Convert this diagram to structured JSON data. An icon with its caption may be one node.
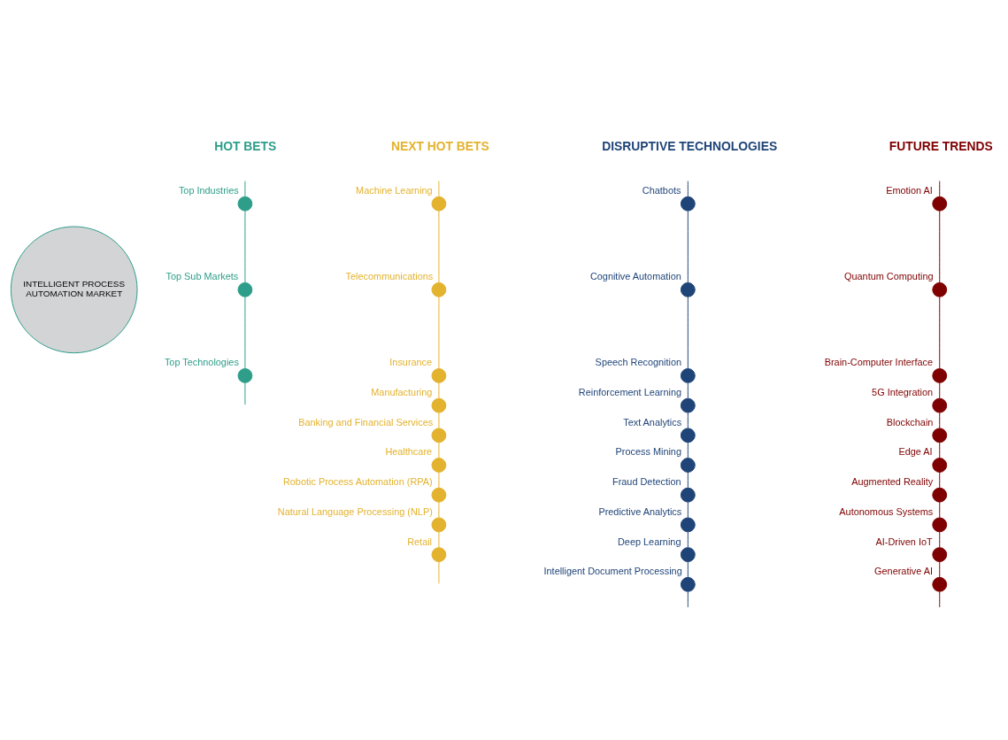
{
  "diagram": {
    "nodes": [
      {
        "text": [
          "INTELLIGENT PROCESS AUTOMATION MARKET"
        ]
      },
      {
        "text": [],
        "shape": "circle",
        "beside": [
          "Top Industries"
        ]
      },
      {
        "text": [],
        "shape": "circle",
        "beside": [
          "Top Sub Markets"
        ]
      },
      {
        "text": [],
        "shape": "circle",
        "beside": [
          "Top Technologies"
        ]
      },
      {
        "text": [],
        "shape": "circle",
        "beside": [
          "Machine Learning"
        ]
      },
      {
        "text": [],
        "shape": "circle",
        "beside": [
          "Telecommunications"
        ]
      },
      {
        "text": [],
        "shape": "circle",
        "beside": [
          "Insurance"
        ]
      },
      {
        "text": [],
        "shape": "circle",
        "beside": [
          "Manufacturing"
        ]
      },
      {
        "text": [],
        "shape": "circle",
        "beside": [
          "Banking and Financial Services"
        ]
      },
      {
        "text": [],
        "shape": "circle",
        "beside": [
          "Healthcare"
        ]
      },
      {
        "text": [],
        "shape": "circle",
        "beside": [
          "Robotic Process Automation (RPA)"
        ]
      },
      {
        "text": [],
        "shape": "circle",
        "beside": [
          "Natural Language Processing (NLP)"
        ]
      },
      {
        "text": [],
        "shape": "circle",
        "beside": [
          "Retail"
        ]
      },
      {
        "text": [],
        "shape": "circle",
        "beside": [
          "Chatbots"
        ]
      },
      {
        "text": [],
        "shape": "circle",
        "beside": [
          "Cognitive Automation"
        ]
      },
      {
        "text": [],
        "shape": "circle",
        "beside": [
          "Speech Recognition"
        ]
      },
      {
        "text": [],
        "shape": "circle",
        "beside": [
          "Reinforcement Learning"
        ]
      },
      {
        "text": [],
        "shape": "circle",
        "beside": [
          "Text Analytics"
        ]
      },
      {
        "text": [],
        "shape": "circle",
        "beside": [
          "Process Mining"
        ]
      },
      {
        "text": [],
        "shape": "circle",
        "beside": [
          "Fraud Detection"
        ]
      },
      {
        "text": [],
        "shape": "circle",
        "beside": [
          "Predictive Analytics"
        ]
      },
      {
        "text": [],
        "shape": "circle",
        "beside": [
          "Deep Learning"
        ]
      },
      {
        "text": [],
        "shape": "circle",
        "beside": [
          "Intelligent Document Processing"
        ]
      },
      {
        "text": [],
        "shape": "circle",
        "beside": [
          "Emotion AI"
        ]
      },
      {
        "text": [],
        "shape": "circle",
        "beside": [
          "Quantum Computing"
        ]
      },
      {
        "text": [],
        "shape": "circle",
        "beside": [
          "Brain-Computer Interface"
        ]
      },
      {
        "text": [],
        "shape": "circle",
        "beside": [
          "5G Integration"
        ]
      },
      {
        "text": [],
        "shape": "circle",
        "beside": [
          "Blockchain"
        ]
      },
      {
        "text": [],
        "shape": "circle",
        "beside": [
          "Edge AI"
        ]
      },
      {
        "text": [],
        "shape": "circle",
        "beside": [
          "Augmented Reality"
        ]
      },
      {
        "text": [],
        "shape": "circle",
        "beside": [
          "Autonomous Systems"
        ]
      },
      {
        "text": [],
        "shape": "circle",
        "beside": [
          "AI-Driven IoT"
        ]
      },
      {
        "text": [],
        "shape": "circle",
        "beside": [
          "Generative AI"
        ]
      }
    ],
    "edges": [
      {
        "from": null,
        "to": 1,
        "arrow": "none",
        "color": "#2e9e8a"
      },
      {
        "from": 1,
        "to": 2,
        "arrow": "none",
        "color": "#2e9e8a"
      },
      {
        "from": 2,
        "to": 3,
        "arrow": "none",
        "color": "#2e9e8a"
      },
      {
        "from": 3,
        "to": null,
        "arrow": "none",
        "color": "#2e9e8a"
      },
      {
        "from": null,
        "to": 4,
        "arrow": "none",
        "color": "#e3b22e"
      },
      {
        "from": 4,
        "to": 5,
        "arrow": "none",
        "color": "#e3b22e"
      },
      {
        "from": 5,
        "to": 6,
        "arrow": "none",
        "color": "#e3b22e"
      },
      {
        "from": 6,
        "to": 7,
        "arrow": "none",
        "color": "#e3b22e"
      },
      {
        "from": 7,
        "to": 8,
        "arrow": "none",
        "color": "#e3b22e"
      },
      {
        "from": 8,
        "to": 9,
        "arrow": "none",
        "color": "#e3b22e"
      },
      {
        "from": 9,
        "to": 10,
        "arrow": "none",
        "color": "#e3b22e"
      },
      {
        "from": 10,
        "to": 11,
        "arrow": "none",
        "color": "#e3b22e"
      },
      {
        "from": 11,
        "to": 12,
        "arrow": "none",
        "color": "#e3b22e"
      },
      {
        "from": 12,
        "to": null,
        "arrow": "none",
        "color": "#e3b22e"
      },
      {
        "from": null,
        "to": 13,
        "arrow": "none",
        "color": "#1f4478"
      },
      {
        "from": 13,
        "to": 14,
        "arrow": "none",
        "color": "#1f4478"
      },
      {
        "from": 14,
        "to": 15,
        "arrow": "none",
        "color": "#1f4478"
      },
      {
        "from": 15,
        "to": 16,
        "arrow": "none",
        "color": "#1f4478"
      },
      {
        "from": 16,
        "to": 17,
        "arrow": "none",
        "color": "#1f4478"
      },
      {
        "from": 17,
        "to": 18,
        "arrow": "none",
        "color": "#1f4478"
      },
      {
        "from": 18,
        "to": 19,
        "arrow": "none",
        "color": "#1f4478"
      },
      {
        "from": 19,
        "to": 20,
        "arrow": "none",
        "color": "#1f4478"
      },
      {
        "from": 20,
        "to": 21,
        "arrow": "none",
        "color": "#1f4478"
      },
      {
        "from": 21,
        "to": 22,
        "arrow": "none",
        "color": "#1f4478"
      },
      {
        "from": 22,
        "to": null,
        "arrow": "none",
        "color": "#1f4478"
      },
      {
        "from": null,
        "to": 23,
        "arrow": "none",
        "color": "#7f0000"
      },
      {
        "from": 23,
        "to": 24,
        "arrow": "none",
        "color": "#7f0000"
      },
      {
        "from": 24,
        "to": 25,
        "arrow": "none",
        "color": "#7f0000"
      },
      {
        "from": 25,
        "to": 26,
        "arrow": "none",
        "color": "#7f0000"
      },
      {
        "from": 26,
        "to": 27,
        "arrow": "none",
        "color": "#7f0000"
      },
      {
        "from": 27,
        "to": 28,
        "arrow": "none",
        "color": "#7f0000"
      },
      {
        "from": 28,
        "to": 29,
        "arrow": "none",
        "color": "#7f0000"
      },
      {
        "from": 29,
        "to": 30,
        "arrow": "none",
        "color": "#7f0000"
      },
      {
        "from": 30,
        "to": 31,
        "arrow": "none",
        "color": "#7f0000"
      },
      {
        "from": 31,
        "to": 32,
        "arrow": "none",
        "color": "#7f0000"
      },
      {
        "from": 32,
        "to": null,
        "arrow": "none",
        "color": "#7f0000"
      }
    ],
    "labels": [
      "FUTURE TRENDS",
      "DISRUPTIVE TECHNOLOGIES",
      "NEXT HOT BETS",
      "HOT BETS"
    ]
  }
}
